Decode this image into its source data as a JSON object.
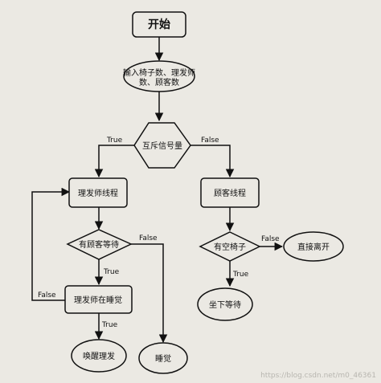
{
  "nodes": {
    "start": "开始",
    "input_line1": "输入椅子数、理发师",
    "input_line2": "数、顾客数",
    "mutex": "互斥信号量",
    "barber_thread": "理发师线程",
    "customer_thread": "顾客线程",
    "has_customer": "有顾客等待",
    "has_chair": "有空椅子",
    "leave": "直接离开",
    "barber_sleeping": "理发师在睡觉",
    "sit_wait": "坐下等待",
    "wake_cut": "唤醒理发",
    "sleep": "睡觉"
  },
  "edges": {
    "mutex_true": "True",
    "mutex_false": "False",
    "customer_false": "False",
    "customer_true": "True",
    "chair_false": "False",
    "chair_true": "True",
    "sleeping_false": "False",
    "sleeping_true": "True"
  },
  "watermark": "https://blog.csdn.net/m0_46361"
}
